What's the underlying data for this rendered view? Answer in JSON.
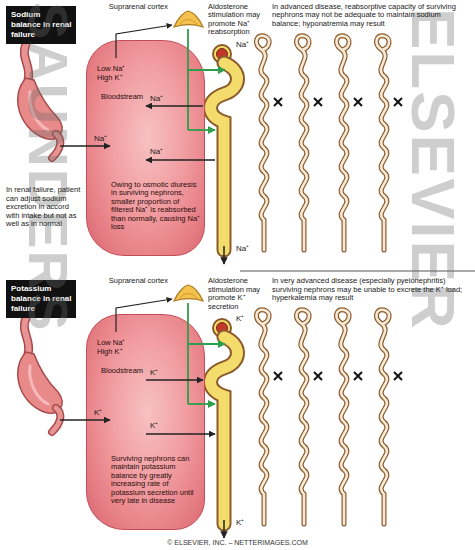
{
  "diagram": {
    "nodes": [
      {
        "text": [
          "Sodium balance in renal failure"
        ]
      },
      {
        "text": [
          "Low Na⁺ High K⁺",
          "Bloodstream",
          "Owing to osmotic diuresis in surviving nephrons, smaller proportion of filtered Na⁺ is reabsorbed than normally, causing Na⁺ loss"
        ]
      },
      {
        "text": [
          "Potassium balance in renal failure"
        ]
      },
      {
        "text": [
          "Low Na⁺ High K⁺",
          "Bloodstream",
          "Surviving nephrons can maintain potassium balance by greatly increasing rate of potassium secretion until very late in disease"
        ]
      }
    ],
    "labels": [
      "Suprarenal cortex",
      "Aldosterone stimulation may promote Na⁺ reabsorption",
      "In advanced disease, reabsorptive capacity of surviving nephrons may not be adequate to maintain sodium balance; hyponatremia may result",
      "Na⁺",
      "Na⁺",
      "Na⁺",
      "Na⁺",
      "Na⁺",
      "In renal failure, patient can adjust sodium excretion in accord with intake but not as well as in normal",
      "Suprarenal cortex",
      "Aldosterone stimulation may promote K⁺ secretion",
      "In very advanced disease (especially pyelonephritis) surviving nephrons may be unable to excrete the K⁺ load; hyperkalemia may result",
      "K⁺",
      "K⁺",
      "K⁺",
      "K⁺",
      "K⁺",
      "© ELSEVIER, INC. – NETTERIMAGES.COM",
      "SAUNDERS",
      "ELSEVIER"
    ]
  }
}
